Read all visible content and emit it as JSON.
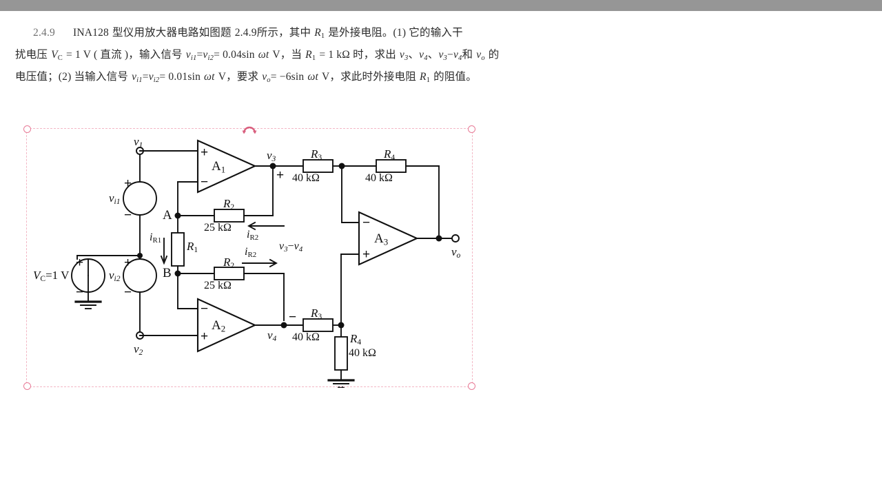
{
  "document": {
    "problem_number": "2.4.9",
    "statement_lines": [
      "2.4.9    INA128 型仪用放大器电路如图题 2.4.9 所示，其中 R1 是外接电阻。(1) 它的输入干",
      "扰电压 Vc = 1 V (直流)，输入信号 vi1 = vi2 = 0.04sin ωt V，当 R1 = 1 kΩ 时，求出 v3、v4、v3−v4 和 vo 的",
      "电压值；(2) 当输入信号 vi1 = vi2 = 0.01sin ωt V，要求 vo = −6sin ωt V，求此时外接电阻 R1 的阻值。"
    ],
    "statement_parts": {
      "number": "2.4.9",
      "l1_a": "INA128",
      "l1_b": "型仪用放大器电路如图题",
      "l1_c": "2.4.9",
      "l1_d": "所示，其中",
      "l1_R": "R",
      "l1_Rsub": "1",
      "l1_e": "是外接电阻。(1) 它的输入干",
      "l2_a": "扰电压",
      "l2_V": "V",
      "l2_Vsub": "C",
      "l2_b": "= 1  V ( 直流 )，输入信号",
      "l2_v1": "v",
      "l2_v1sub": "i1",
      "l2_eq1": "=",
      "l2_v2": "v",
      "l2_v2sub": "i2",
      "l2_eq2": "= 0.04sin",
      "l2_omega": "ωt",
      "l2_c": "V，当",
      "l2_R": "R",
      "l2_Rsub": "1",
      "l2_d": "= 1  kΩ 时，求出",
      "l2_v3": "v",
      "l2_v3sub": "3",
      "l2_dun1": "、",
      "l2_v4": "v",
      "l2_v4sub": "4",
      "l2_dun2": "、",
      "l2_v5": "v",
      "l2_v5sub": "3",
      "l2_minus": "−",
      "l2_v6": "v",
      "l2_v6sub": "4",
      "l2_he": "和",
      "l2_vo": "v",
      "l2_vosub": "o",
      "l2_de": "的",
      "l3_a": "电压值；(2) 当输入信号",
      "l3_v1": "v",
      "l3_v1sub": "i1",
      "l3_eq1": "=",
      "l3_v2": "v",
      "l3_v2sub": "i2",
      "l3_eq2": "= 0.01sin",
      "l3_omega": "ωt",
      "l3_b": "V，要求",
      "l3_vo": "v",
      "l3_vosub": "o",
      "l3_eq3": "= −6sin",
      "l3_omega2": "ωt",
      "l3_c": "V，求此时外接电阻",
      "l3_R": "R",
      "l3_Rsub": "1",
      "l3_d": "的阻值。"
    }
  },
  "figure": {
    "title": "INA128 instrumentation amplifier circuit",
    "selection": {
      "color": "#e87b97",
      "handle_count": 4,
      "rotate_handle": "rotate-handle"
    },
    "opamps": [
      {
        "id": "A1",
        "label": "A",
        "sub": "1",
        "plus_position": "top",
        "minus_position": "bottom"
      },
      {
        "id": "A2",
        "label": "A",
        "sub": "2",
        "plus_position": "bottom",
        "minus_position": "top"
      },
      {
        "id": "A3",
        "label": "A",
        "sub": "3",
        "plus_position": "bottom",
        "minus_position": "top"
      }
    ],
    "sources": [
      {
        "name": "vc",
        "label": "V",
        "sub": "C",
        "value": "=1 V",
        "polarity_top": "+",
        "polarity_bottom": "−"
      },
      {
        "name": "vi1",
        "label": "v",
        "sub": "i1",
        "polarity_top": "+",
        "polarity_bottom": "−"
      },
      {
        "name": "vi2",
        "label": "v",
        "sub": "i2",
        "polarity_top": "+",
        "polarity_bottom": "−"
      }
    ],
    "resistors": [
      {
        "name": "R1",
        "label": "R",
        "sub": "1",
        "value": "",
        "orientation": "vertical"
      },
      {
        "name": "R2-top",
        "label": "R",
        "sub": "2",
        "value": "25 kΩ",
        "orientation": "horizontal"
      },
      {
        "name": "R2-bottom",
        "label": "R",
        "sub": "2",
        "value": "25 kΩ",
        "orientation": "horizontal"
      },
      {
        "name": "R3-top",
        "label": "R",
        "sub": "3",
        "value": "40 kΩ",
        "orientation": "horizontal"
      },
      {
        "name": "R3-bottom",
        "label": "R",
        "sub": "3",
        "value": "40 kΩ",
        "orientation": "horizontal"
      },
      {
        "name": "R4-top",
        "label": "R",
        "sub": "4",
        "value": "40 kΩ",
        "orientation": "horizontal"
      },
      {
        "name": "R4-bottom",
        "label": "R",
        "sub": "4",
        "value": "40 kΩ",
        "orientation": "vertical"
      }
    ],
    "nodes": [
      {
        "name": "v1",
        "label": "v",
        "sub": "1"
      },
      {
        "name": "v2",
        "label": "v",
        "sub": "2"
      },
      {
        "name": "v3",
        "label": "v",
        "sub": "3"
      },
      {
        "name": "v4",
        "label": "v",
        "sub": "4"
      },
      {
        "name": "vo",
        "label": "v",
        "sub": "o"
      },
      {
        "name": "A",
        "label": "A",
        "sub": ""
      },
      {
        "name": "B",
        "label": "B",
        "sub": ""
      }
    ],
    "currents": [
      {
        "name": "iR1",
        "label": "i",
        "sub": "R1",
        "direction": "down"
      },
      {
        "name": "iR2-top",
        "label": "i",
        "sub": "R2",
        "direction": "left"
      },
      {
        "name": "iR2-bottom",
        "label": "i",
        "sub": "R2",
        "direction": "right"
      }
    ],
    "annotations": [
      {
        "name": "v3-minus-v4",
        "text": "v",
        "sub1": "3",
        "dash": "−",
        "text2": "v",
        "sub2": "4"
      }
    ],
    "polarity_marks": [
      {
        "name": "v3-plus",
        "symbol": "+"
      },
      {
        "name": "v4-minus",
        "symbol": "−"
      }
    ]
  }
}
